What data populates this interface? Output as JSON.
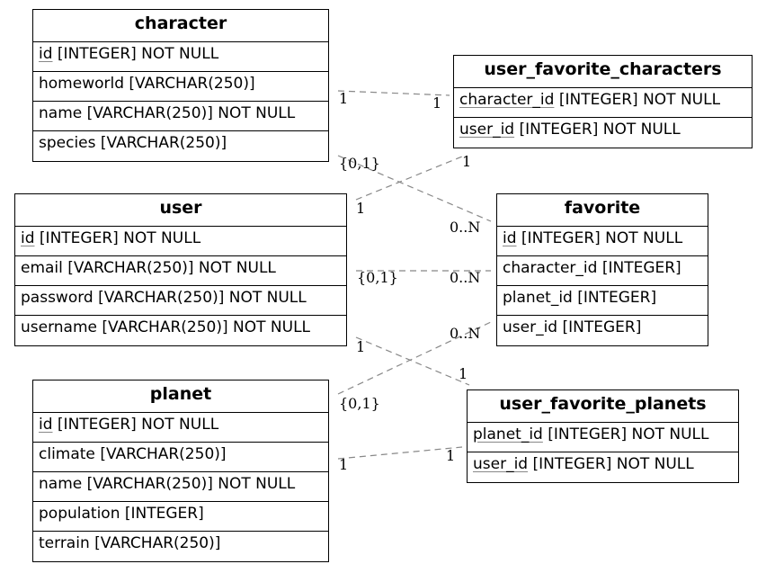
{
  "entities": {
    "character": {
      "name": "character",
      "columns": [
        {
          "name": "id",
          "type": "[INTEGER] NOT NULL",
          "pk": true
        },
        {
          "name": "homeworld",
          "type": "[VARCHAR(250)]",
          "pk": false
        },
        {
          "name": "name",
          "type": "[VARCHAR(250)] NOT NULL",
          "pk": false
        },
        {
          "name": "species",
          "type": "[VARCHAR(250)]",
          "pk": false
        }
      ]
    },
    "user": {
      "name": "user",
      "columns": [
        {
          "name": "id",
          "type": "[INTEGER] NOT NULL",
          "pk": true
        },
        {
          "name": "email",
          "type": "[VARCHAR(250)] NOT NULL",
          "pk": false
        },
        {
          "name": "password",
          "type": "[VARCHAR(250)] NOT NULL",
          "pk": false
        },
        {
          "name": "username",
          "type": "[VARCHAR(250)] NOT NULL",
          "pk": false
        }
      ]
    },
    "planet": {
      "name": "planet",
      "columns": [
        {
          "name": "id",
          "type": "[INTEGER] NOT NULL",
          "pk": true
        },
        {
          "name": "climate",
          "type": "[VARCHAR(250)]",
          "pk": false
        },
        {
          "name": "name",
          "type": "[VARCHAR(250)] NOT NULL",
          "pk": false
        },
        {
          "name": "population",
          "type": "[INTEGER]",
          "pk": false
        },
        {
          "name": "terrain",
          "type": "[VARCHAR(250)]",
          "pk": false
        }
      ]
    },
    "user_favorite_characters": {
      "name": "user_favorite_characters",
      "columns": [
        {
          "name": "character_id",
          "type": "[INTEGER] NOT NULL",
          "pk": true
        },
        {
          "name": "user_id",
          "type": "[INTEGER] NOT NULL",
          "pk": true
        }
      ]
    },
    "favorite": {
      "name": "favorite",
      "columns": [
        {
          "name": "id",
          "type": "[INTEGER] NOT NULL",
          "pk": true
        },
        {
          "name": "character_id",
          "type": "[INTEGER]",
          "pk": false
        },
        {
          "name": "planet_id",
          "type": "[INTEGER]",
          "pk": false
        },
        {
          "name": "user_id",
          "type": "[INTEGER]",
          "pk": false
        }
      ]
    },
    "user_favorite_planets": {
      "name": "user_favorite_planets",
      "columns": [
        {
          "name": "planet_id",
          "type": "[INTEGER] NOT NULL",
          "pk": true
        },
        {
          "name": "user_id",
          "type": "[INTEGER] NOT NULL",
          "pk": true
        }
      ]
    }
  },
  "relationships": [
    {
      "from": "character",
      "to": "user_favorite_characters",
      "from_card": "1",
      "to_card": "1"
    },
    {
      "from": "character",
      "to": "favorite",
      "from_card": "{0,1}",
      "to_card": "0..N"
    },
    {
      "from": "user",
      "to": "user_favorite_characters",
      "from_card": "1",
      "to_card": "1"
    },
    {
      "from": "user",
      "to": "favorite",
      "from_card": "{0,1}",
      "to_card": "0..N"
    },
    {
      "from": "user",
      "to": "user_favorite_planets",
      "from_card": "1",
      "to_card": "1"
    },
    {
      "from": "planet",
      "to": "favorite",
      "from_card": "{0,1}",
      "to_card": "0..N"
    },
    {
      "from": "planet",
      "to": "user_favorite_planets",
      "from_card": "1",
      "to_card": "1"
    }
  ],
  "colors": {
    "edge": "#888888",
    "border": "#000000",
    "pk_underline": "#888888"
  }
}
